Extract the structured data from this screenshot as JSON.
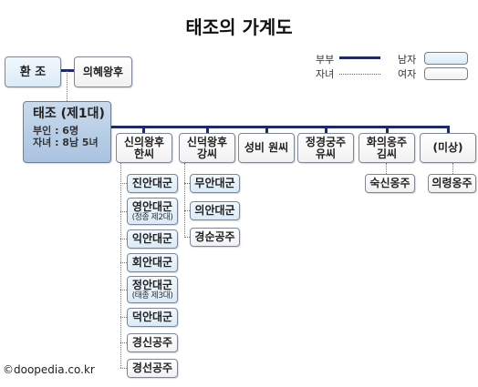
{
  "title": "태조의 가계도",
  "legend": {
    "spouse": "부부",
    "child": "자녀",
    "male": "남자",
    "female": "여자",
    "colors": {
      "spouse_line": "#1f2a6b",
      "male_fill": "#d9ebf7",
      "female_fill": "#ffffff",
      "king_fill": "#b4cbe5"
    }
  },
  "parents": {
    "father": "환 조",
    "mother": "의혜왕후"
  },
  "king": {
    "name": "태조 (제1대)",
    "wives": "부인 : 6명",
    "children": "자녀 : 8남 5녀"
  },
  "wives": [
    {
      "line1": "신의왕후",
      "line2": "한씨"
    },
    {
      "line1": "신덕왕후",
      "line2": "강씨"
    },
    {
      "line1": "성비 원씨",
      "line2": ""
    },
    {
      "line1": "정경궁주",
      "line2": "유씨"
    },
    {
      "line1": "화의옹주",
      "line2": "김씨"
    },
    {
      "line1": "(미상)",
      "line2": ""
    }
  ],
  "children_wife1": [
    {
      "name": "진안대군",
      "note": "",
      "sex": "male"
    },
    {
      "name": "영안대군",
      "note": "(정종 제2대)",
      "sex": "male"
    },
    {
      "name": "익안대군",
      "note": "",
      "sex": "male"
    },
    {
      "name": "회안대군",
      "note": "",
      "sex": "male"
    },
    {
      "name": "정안대군",
      "note": "(태종 제3대)",
      "sex": "male"
    },
    {
      "name": "덕안대군",
      "note": "",
      "sex": "male"
    },
    {
      "name": "경신공주",
      "note": "",
      "sex": "female"
    },
    {
      "name": "경선공주",
      "note": "",
      "sex": "female"
    }
  ],
  "children_wife2": [
    {
      "name": "무안대군",
      "sex": "male"
    },
    {
      "name": "의안대군",
      "sex": "male"
    },
    {
      "name": "경순공주",
      "sex": "female"
    }
  ],
  "children_wife5": [
    {
      "name": "숙신옹주",
      "sex": "female"
    }
  ],
  "children_wife6": [
    {
      "name": "의령옹주",
      "sex": "female"
    }
  ],
  "credit": "©doopedia.co.kr"
}
